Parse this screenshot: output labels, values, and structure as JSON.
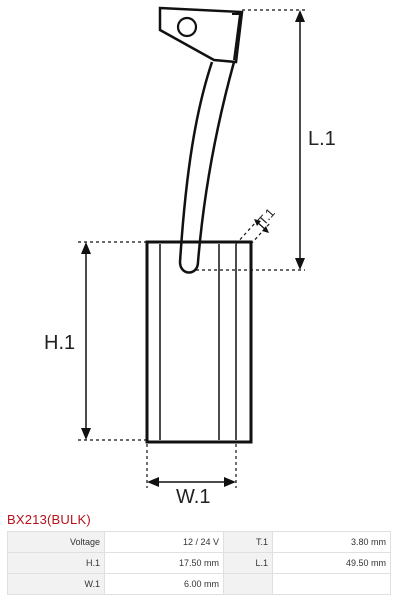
{
  "diagram": {
    "labels": {
      "length": "L.1",
      "height": "H.1",
      "width": "W.1",
      "thickness": "T.1"
    }
  },
  "part": {
    "title": "BX213(BULK)"
  },
  "specs": {
    "rows": [
      {
        "label": "Voltage",
        "value": "12 / 24 V",
        "label2": "T.1",
        "value2": "3.80 mm"
      },
      {
        "label": "H.1",
        "value": "17.50 mm",
        "label2": "L.1",
        "value2": "49.50 mm"
      },
      {
        "label": "W.1",
        "value": "6.00 mm",
        "label2": "",
        "value2": ""
      }
    ]
  }
}
